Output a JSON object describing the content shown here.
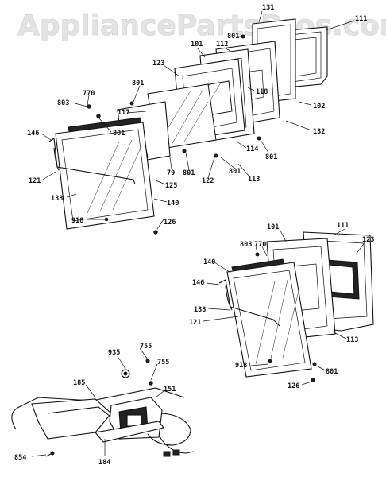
{
  "watermark": "AppliancePartsPros.com",
  "labels": {
    "l131": "131",
    "l111a": "111",
    "l101a": "101",
    "l112": "112",
    "l123a": "123",
    "l118": "118",
    "l102": "102",
    "l132": "132",
    "l801a": "801",
    "l801b": "801",
    "l801c": "801",
    "l801d": "801",
    "l801e": "801",
    "l117": "117",
    "l114": "114",
    "l770a": "770",
    "l803a": "803",
    "l146a": "146",
    "l121a": "121",
    "l138a": "138",
    "l125": "125",
    "l79": "79",
    "l122": "122",
    "l113a": "113",
    "l140a": "140",
    "l918a": "918",
    "l126a": "126",
    "l101b": "101",
    "l111b": "111",
    "l803b": "803",
    "l770b": "770",
    "l123b": "123",
    "l140b": "140",
    "l146b": "146",
    "l138b": "138",
    "l121b": "121",
    "l113b": "113",
    "l918b": "918",
    "l801f": "801",
    "l126b": "126",
    "l935": "935",
    "l755a": "755",
    "l755b": "755",
    "l185": "185",
    "l151": "151",
    "l854": "854",
    "l184": "184"
  }
}
